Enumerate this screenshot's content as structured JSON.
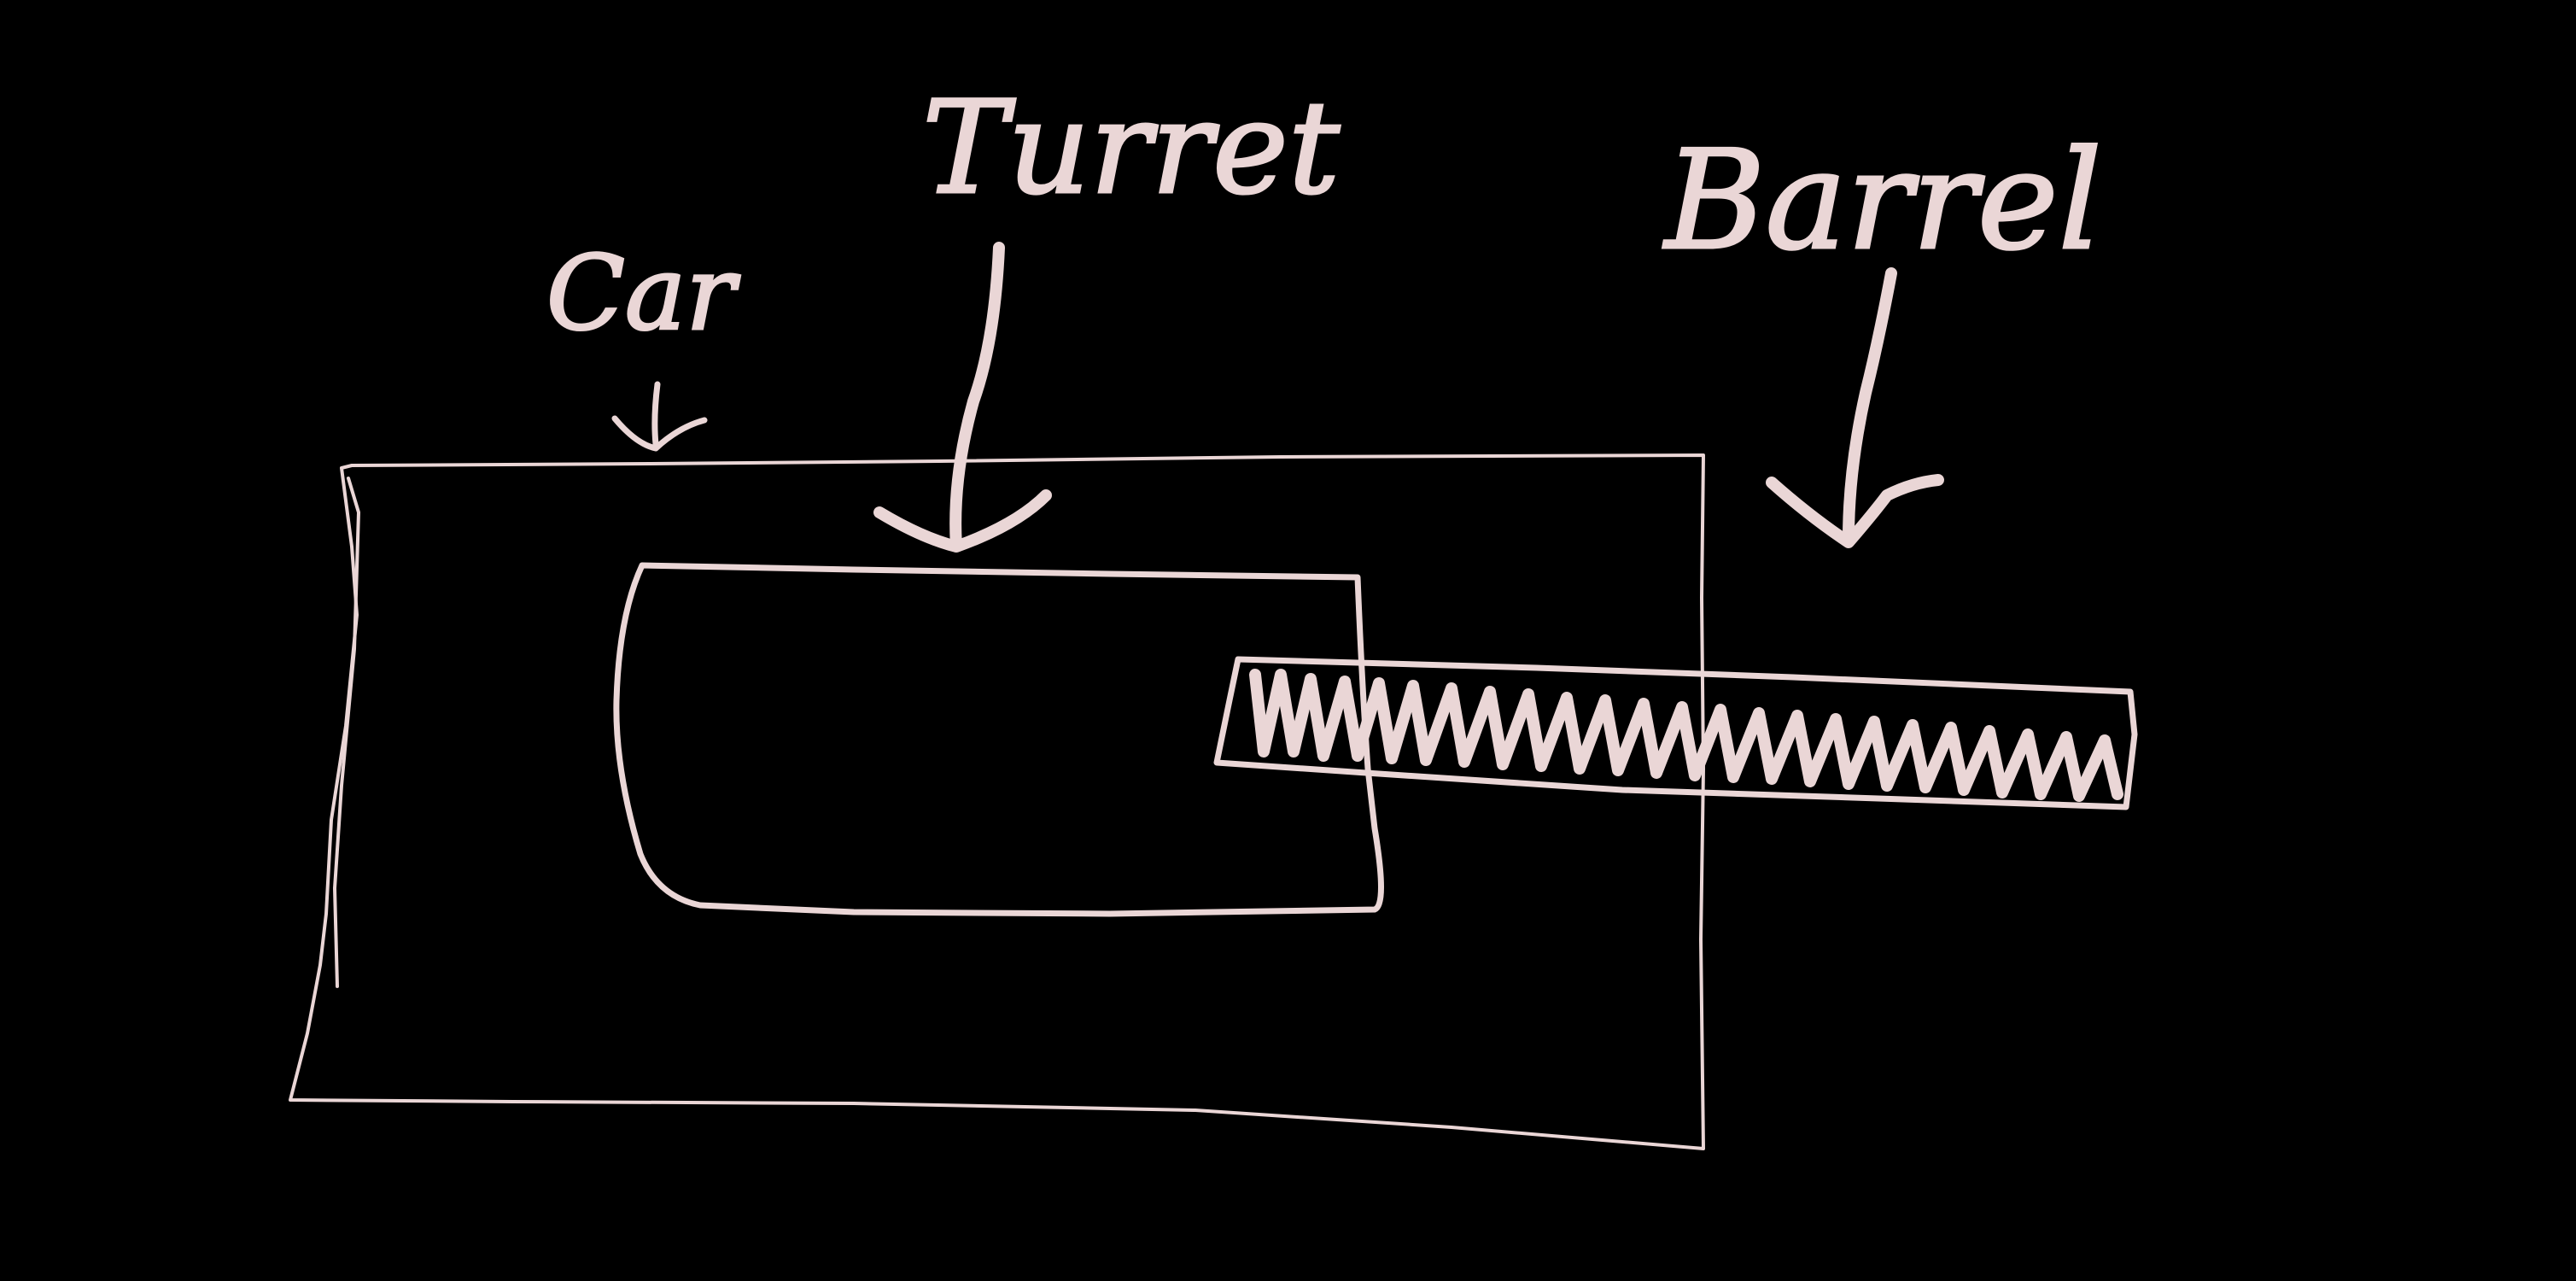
{
  "diagram": {
    "background_color": "#000000",
    "ink_color": "#EAD6D6",
    "labels": {
      "car": "Car",
      "turret": "Turret",
      "barrel": "Barrel"
    }
  }
}
